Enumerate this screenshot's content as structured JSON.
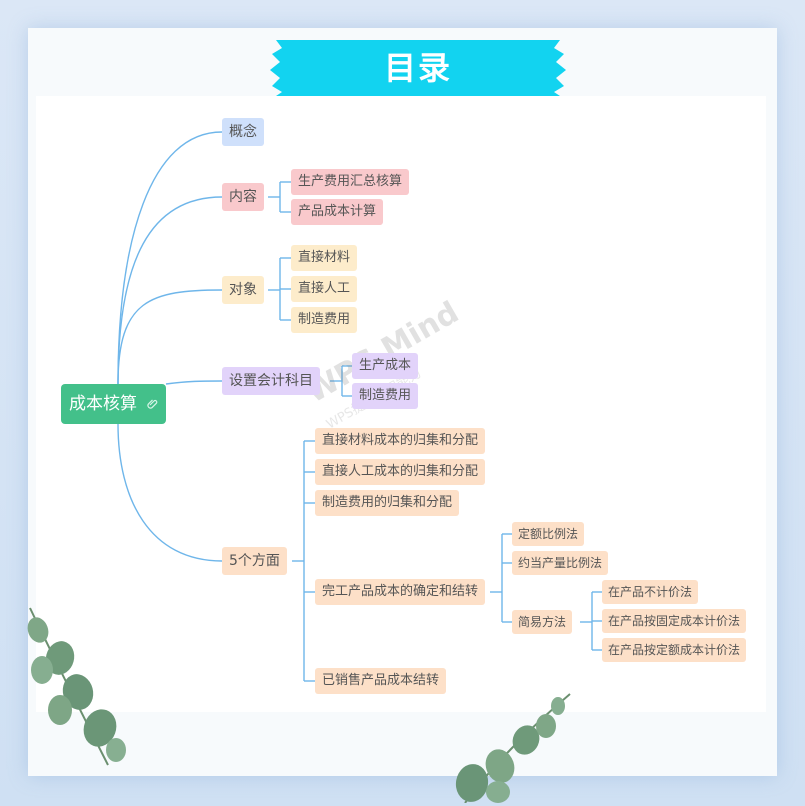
{
  "title": "目录",
  "root": {
    "label": "成本核算"
  },
  "branches": [
    {
      "label": "概念",
      "children": []
    },
    {
      "label": "内容",
      "children": [
        {
          "label": "生产费用汇总核算"
        },
        {
          "label": "产品成本计算"
        }
      ]
    },
    {
      "label": "对象",
      "children": [
        {
          "label": "直接材料"
        },
        {
          "label": "直接人工"
        },
        {
          "label": "制造费用"
        }
      ]
    },
    {
      "label": "设置会计科目",
      "children": [
        {
          "label": "生产成本"
        },
        {
          "label": "制造费用"
        }
      ]
    },
    {
      "label": "5个方面",
      "children": [
        {
          "label": "直接材料成本的归集和分配"
        },
        {
          "label": "直接人工成本的归集和分配"
        },
        {
          "label": "制造费用的归集和分配"
        },
        {
          "label": "完工产品成本的确定和结转",
          "children": [
            {
              "label": "定额比例法"
            },
            {
              "label": "约当产量比例法"
            },
            {
              "label": "简易方法",
              "children": [
                {
                  "label": "在产品不计价法"
                },
                {
                  "label": "在产品按固定成本计价法"
                },
                {
                  "label": "在产品按定额成本计价法"
                }
              ]
            }
          ]
        },
        {
          "label": "已销售产品成本结转"
        }
      ]
    }
  ],
  "watermark": {
    "brand": "WPS Mind",
    "sub": "WPS提供作图能力"
  },
  "colors": {
    "line": "#6fb6ea",
    "banner": "#12d3f0",
    "root": "#43c08a"
  }
}
